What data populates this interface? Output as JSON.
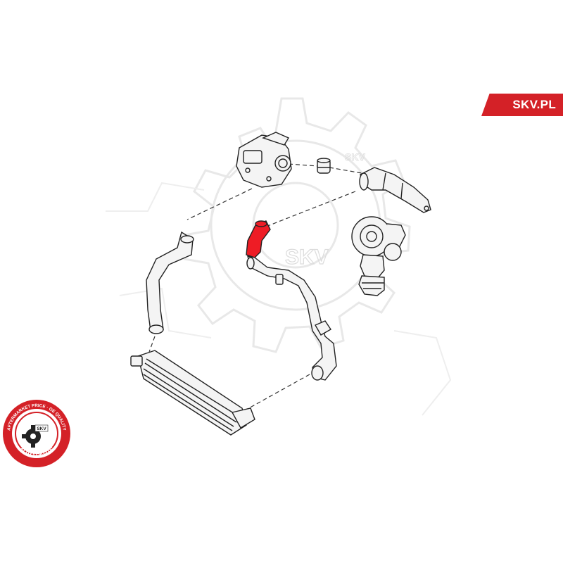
{
  "brand": {
    "tab_text": "SKV.PL",
    "color": "#d42127"
  },
  "watermark": {
    "text": "SKV",
    "color": "#e4e4e4"
  },
  "badge": {
    "ring_top": "AFTERMARKET PRICE · OE QUALITY",
    "ring_bottom": "AUTO PARTS",
    "center_text": "SKV",
    "color": "#d42127"
  },
  "diagram": {
    "highlight_color": "#ee1c25",
    "parts": [
      {
        "id": "throttle-body",
        "icon": "throttle-body-icon"
      },
      {
        "id": "hose-connector",
        "icon": "hose-connector-icon"
      },
      {
        "id": "turbo-outlet-pipe",
        "icon": "pipe-icon"
      },
      {
        "id": "turbocharger",
        "icon": "turbocharger-icon"
      },
      {
        "id": "intake-hose-left",
        "icon": "hose-icon"
      },
      {
        "id": "charge-air-hose-highlighted",
        "icon": "hose-icon"
      },
      {
        "id": "charge-air-pipe-right",
        "icon": "pipe-icon"
      },
      {
        "id": "intercooler",
        "icon": "intercooler-icon"
      }
    ]
  }
}
